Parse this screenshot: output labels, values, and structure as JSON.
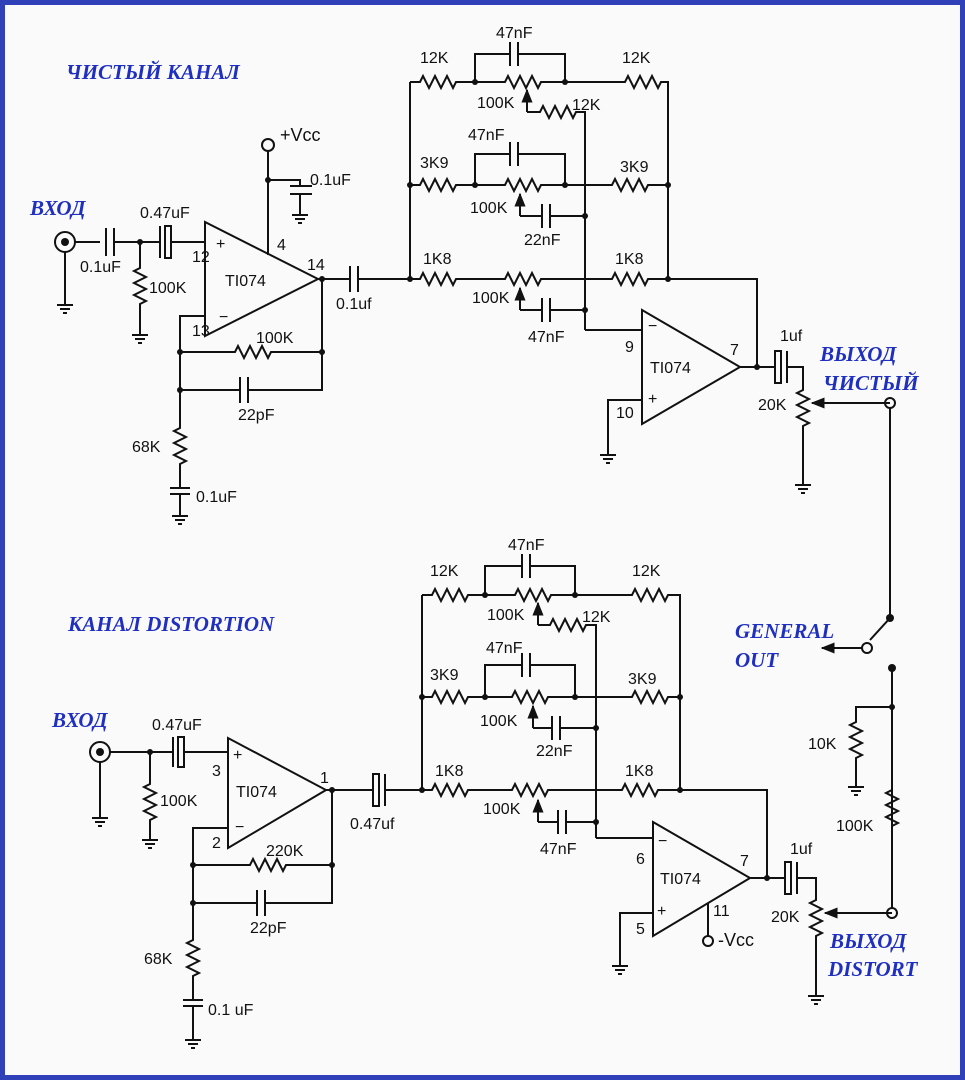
{
  "titles": {
    "clean": "ЧИСТЫЙ КАНАЛ",
    "dist": "КАНАЛ DISTORTION",
    "in_clean": "ВХОД",
    "in_dist": "ВХОД",
    "out_clean_1": "ВЫХОД",
    "out_clean_2": "ЧИСТЫЙ",
    "out_dist_1": "ВЫХОД",
    "out_dist_2": "DISTORT",
    "general_1": "GENERAL",
    "general_2": "OUT"
  },
  "power": {
    "vcc": "+Vcc",
    "vee": "-Vcc"
  },
  "opamps": {
    "u1": "TI074",
    "u2": "TI074",
    "u3": "TI074",
    "u4": "TI074"
  },
  "pins": {
    "u1_plus": "12",
    "u1_minus": "13",
    "u1_vcc": "4",
    "u1_out": "14",
    "u2_minus": "9",
    "u2_plus": "10",
    "u2_out": "7",
    "u3_plus": "3",
    "u3_minus": "2",
    "u3_out": "1",
    "u4_minus": "6",
    "u4_plus": "5",
    "u4_out": "7",
    "u4_vee": "11"
  },
  "clean": {
    "c_vcc": "0.1uF",
    "c_in1": "0.1uF",
    "c_in2": "0.47uF",
    "r_in": "100K",
    "r_fb": "100K",
    "c_fb": "22pF",
    "r_g": "68K",
    "c_g": "0.1uF",
    "c_out": "0.1uf",
    "r_t1l": "12K",
    "c_t1": "47nF",
    "r_t1r": "12K",
    "p_t1": "100K",
    "r_t1w": "12K",
    "c_t2": "47nF",
    "r_t2l": "3K9",
    "r_t2r": "3K9",
    "p_t2": "100K",
    "c_t2w": "22nF",
    "r_t3l": "1K8",
    "r_t3r": "1K8",
    "p_t3": "100K",
    "c_t3w": "47nF",
    "c_o": "1uf",
    "p_vol": "20K"
  },
  "dist": {
    "c_in": "0.47uF",
    "r_in": "100K",
    "r_fb": "220K",
    "c_fb": "22pF",
    "r_g": "68K",
    "c_g": "0.1 uF",
    "c_out": "0.47uf",
    "c_t1": "47nF",
    "r_t1l": "12K",
    "r_t1r": "12K",
    "p_t1": "100K",
    "r_t1w": "12K",
    "c_t2": "47nF",
    "r_t2l": "3K9",
    "r_t2r": "3K9",
    "p_t2": "100K",
    "c_t2w": "22nF",
    "r_t3l": "1K8",
    "r_t3r": "1K8",
    "p_t3": "100K",
    "c_t3w": "47nF",
    "c_o": "1uf",
    "p_vol": "20K",
    "r_mix1": "10K",
    "r_mix2": "100K"
  },
  "colors": {
    "frame": "#2f40b8",
    "label": "#1f2fbf",
    "ink": "#111111"
  }
}
